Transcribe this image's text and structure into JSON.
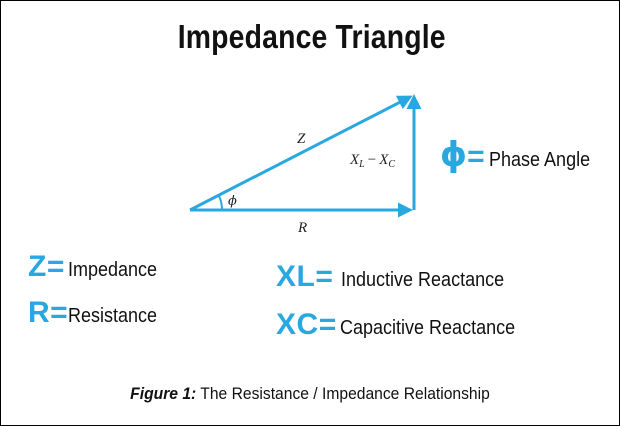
{
  "title": "Impedance Triangle",
  "triangle": {
    "hypotenuse_label": "Z",
    "base_label": "R",
    "vertical_label_main": "X",
    "vertical_sub_1": "L",
    "vertical_minus": "−",
    "vertical_label_main2": "X",
    "vertical_sub_2": "C",
    "angle_label": "ϕ"
  },
  "legend": {
    "phase": {
      "symbol": "ϕ",
      "equals": "=",
      "text": "Phase Angle"
    },
    "impedance": {
      "symbol": "Z",
      "equals": "=",
      "text": "Impedance"
    },
    "resistance": {
      "symbol": "R",
      "equals": "=",
      "text": "Resistance"
    },
    "inductive": {
      "symbol": "XL",
      "equals": "=",
      "text": "Inductive Reactance"
    },
    "capacitive": {
      "symbol": "XC",
      "equals": "=",
      "text": "Capacitive Reactance"
    }
  },
  "caption": {
    "label": "Figure 1:",
    "text": " The Resistance / Impedance Relationship"
  },
  "colors": {
    "accent": "#29a8e0",
    "text": "#111111"
  }
}
